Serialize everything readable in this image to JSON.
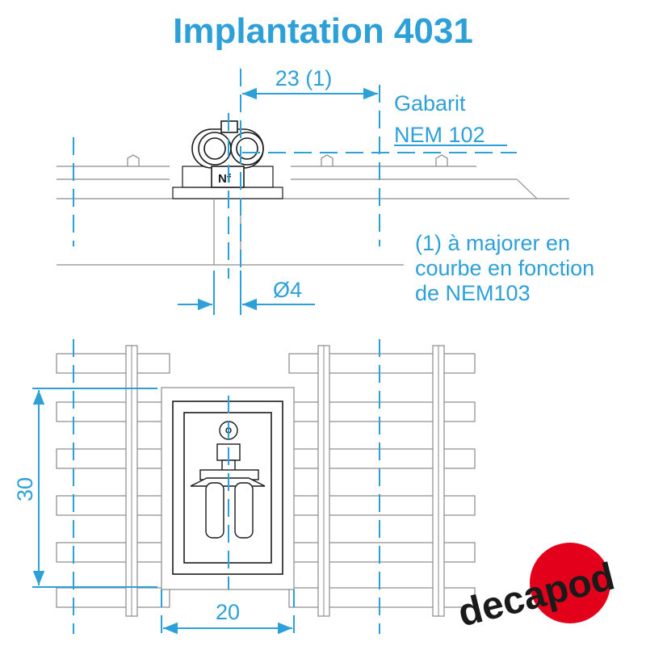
{
  "title": "Implantation 4031",
  "dimensions": {
    "offset": "23 (1)",
    "diameter": "Ø4",
    "height": "30",
    "width": "20"
  },
  "gabarit_line1": "Gabarit",
  "gabarit_line2": "NEM 102",
  "note_lines": [
    "(1) à majorer en",
    "courbe en fonction",
    "de NEM103"
  ],
  "signal_label": "Nf",
  "logo_text": "decapod",
  "colors": {
    "accent": "#2ea0d8",
    "line": "#8a8a8a",
    "dark": "#1a1a1a",
    "logo_red": "#e2001a"
  }
}
